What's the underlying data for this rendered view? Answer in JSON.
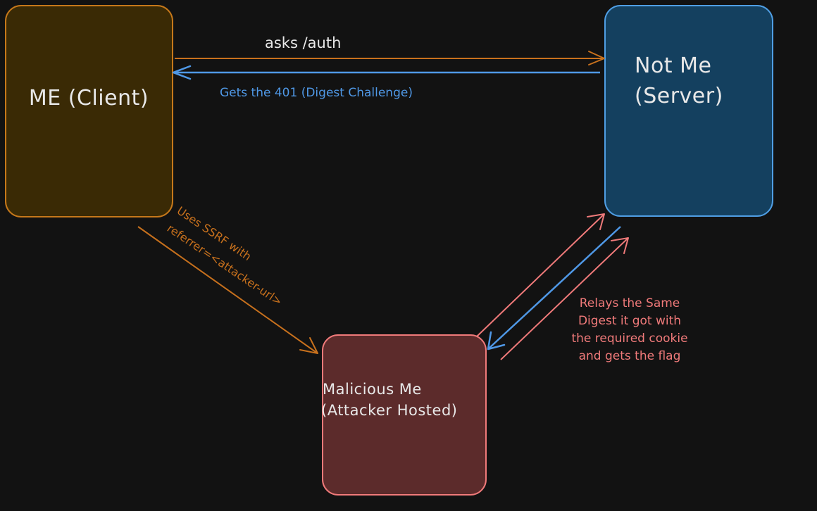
{
  "colors": {
    "background": "#121212",
    "client_fill": "#3a2a05",
    "client_stroke": "#c6781a",
    "server_fill": "#14405f",
    "server_stroke": "#4f9ee4",
    "attacker_fill": "#5c2b2b",
    "attacker_stroke": "#f07a7a",
    "node_text": "#e8e8e8",
    "orange_arrow": "#c8711d",
    "blue_arrow": "#4f98e6",
    "red_arrow": "#f07a7a"
  },
  "nodes": {
    "client": {
      "lines": [
        "ME (Client)"
      ]
    },
    "server": {
      "lines": [
        "Not Me",
        "(Server)"
      ]
    },
    "attacker": {
      "lines": [
        "Malicious Me",
        "(Attacker Hosted)"
      ]
    }
  },
  "edges": {
    "asks_auth": {
      "label": "asks /auth"
    },
    "gets_401": {
      "label": "Gets the 401 (Digest Challenge)"
    },
    "ssrf": {
      "lines": [
        "Uses SSRF with",
        "referrer=<attacker-url>"
      ]
    },
    "relay": {
      "lines": [
        "Relays the Same",
        "Digest it got with",
        "the required cookie",
        "and gets the flag"
      ]
    }
  }
}
